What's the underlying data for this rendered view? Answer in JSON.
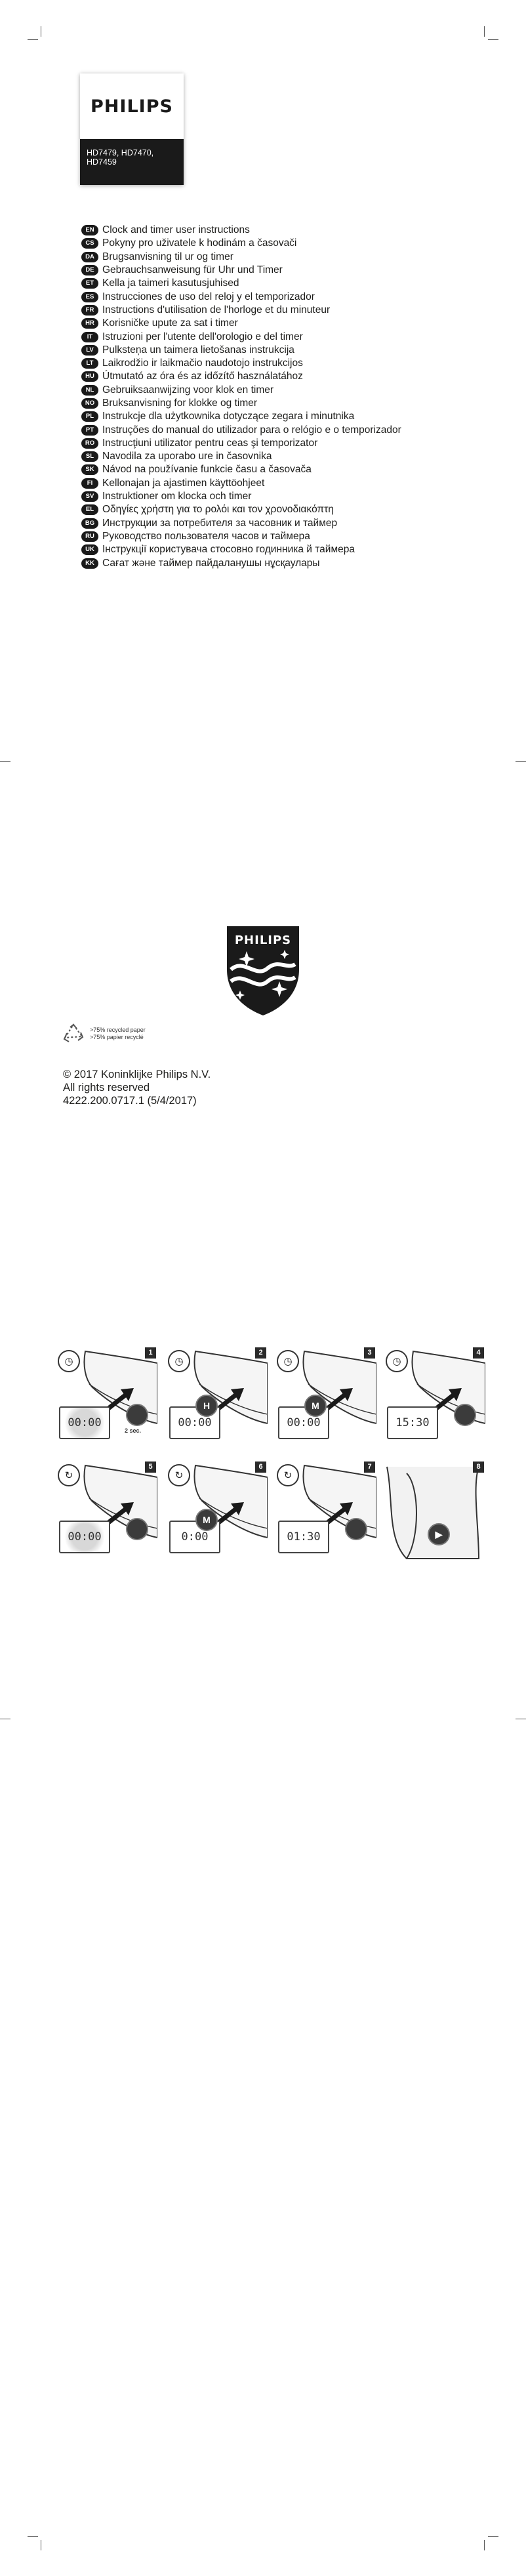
{
  "brand": "PHILIPS",
  "models": [
    "HD7479, HD7470,",
    "HD7459"
  ],
  "languages": [
    {
      "code": "EN",
      "text": "Clock and timer user instructions"
    },
    {
      "code": "CS",
      "text": "Pokyny pro uživatele k hodinám a časovači"
    },
    {
      "code": "DA",
      "text": "Brugsanvisning til ur og timer"
    },
    {
      "code": "DE",
      "text": "Gebrauchsanweisung für Uhr und Timer"
    },
    {
      "code": "ET",
      "text": "Kella ja taimeri kasutusjuhised"
    },
    {
      "code": "ES",
      "text": "Instrucciones de uso del reloj y el temporizador"
    },
    {
      "code": "FR",
      "text": "Instructions d'utilisation de l'horloge et du minuteur"
    },
    {
      "code": "HR",
      "text": "Korisničke upute za sat i timer"
    },
    {
      "code": "IT",
      "text": "Istruzioni per l'utente dell'orologio e del timer"
    },
    {
      "code": "LV",
      "text": "Pulksteņa un taimera lietošanas instrukcija"
    },
    {
      "code": "LT",
      "text": "Laikrodžio ir laikmačio naudotojo instrukcijos"
    },
    {
      "code": "HU",
      "text": "Útmutató az óra és az időzítő használatához"
    },
    {
      "code": "NL",
      "text": "Gebruiksaanwijzing voor klok en timer"
    },
    {
      "code": "NO",
      "text": "Bruksanvisning for klokke og timer"
    },
    {
      "code": "PL",
      "text": "Instrukcje dla użytkownika dotyczące zegara i minutnika"
    },
    {
      "code": "PT",
      "text": "Instruções do manual do utilizador para o relógio e o temporizador"
    },
    {
      "code": "RO",
      "text": "Instrucţiuni utilizator pentru ceas şi temporizator"
    },
    {
      "code": "SL",
      "text": "Navodila za uporabo ure in časovnika"
    },
    {
      "code": "SK",
      "text": "Návod na používanie funkcie času a časovača"
    },
    {
      "code": "FI",
      "text": "Kellonajan ja ajastimen käyttöohjeet"
    },
    {
      "code": "SV",
      "text": "Instruktioner om klocka och timer"
    },
    {
      "code": "EL",
      "text": "Οδηγίες χρήστη για το ρολόι και τον χρονοδιακόπτη"
    },
    {
      "code": "BG",
      "text": "Инструкции за потребителя за часовник и таймер"
    },
    {
      "code": "RU",
      "text": "Руководство пользователя часов и таймера"
    },
    {
      "code": "UK",
      "text": "Інструкції користувача стосовно годинника й таймера"
    },
    {
      "code": "KK",
      "text": "Сағат және таймер пайдаланушы нұсқаулары"
    }
  ],
  "recycled": [
    ">75% recycled paper",
    ">75% papier recyclé"
  ],
  "copyright": {
    "line1": "© 2017 Koninklijke Philips N.V.",
    "line2": "All rights reserved",
    "line3": "4222.200.0717.1 (5/4/2017)"
  },
  "panels": [
    {
      "num": "1",
      "display": "00:00",
      "knob": "",
      "note": "2 sec."
    },
    {
      "num": "2",
      "display": "00:00",
      "knob": "H",
      "note": ""
    },
    {
      "num": "3",
      "display": "00:00",
      "knob": "M",
      "note": ""
    },
    {
      "num": "4",
      "display": "15:30",
      "knob": "",
      "note": ""
    },
    {
      "num": "5",
      "display": "00:00",
      "knob": "",
      "note": ""
    },
    {
      "num": "6",
      "display": "0:00",
      "knob": "M",
      "note": ""
    },
    {
      "num": "7",
      "display": "01:30",
      "knob": "",
      "note": ""
    },
    {
      "num": "8",
      "display": "",
      "knob": "",
      "note": ""
    }
  ]
}
